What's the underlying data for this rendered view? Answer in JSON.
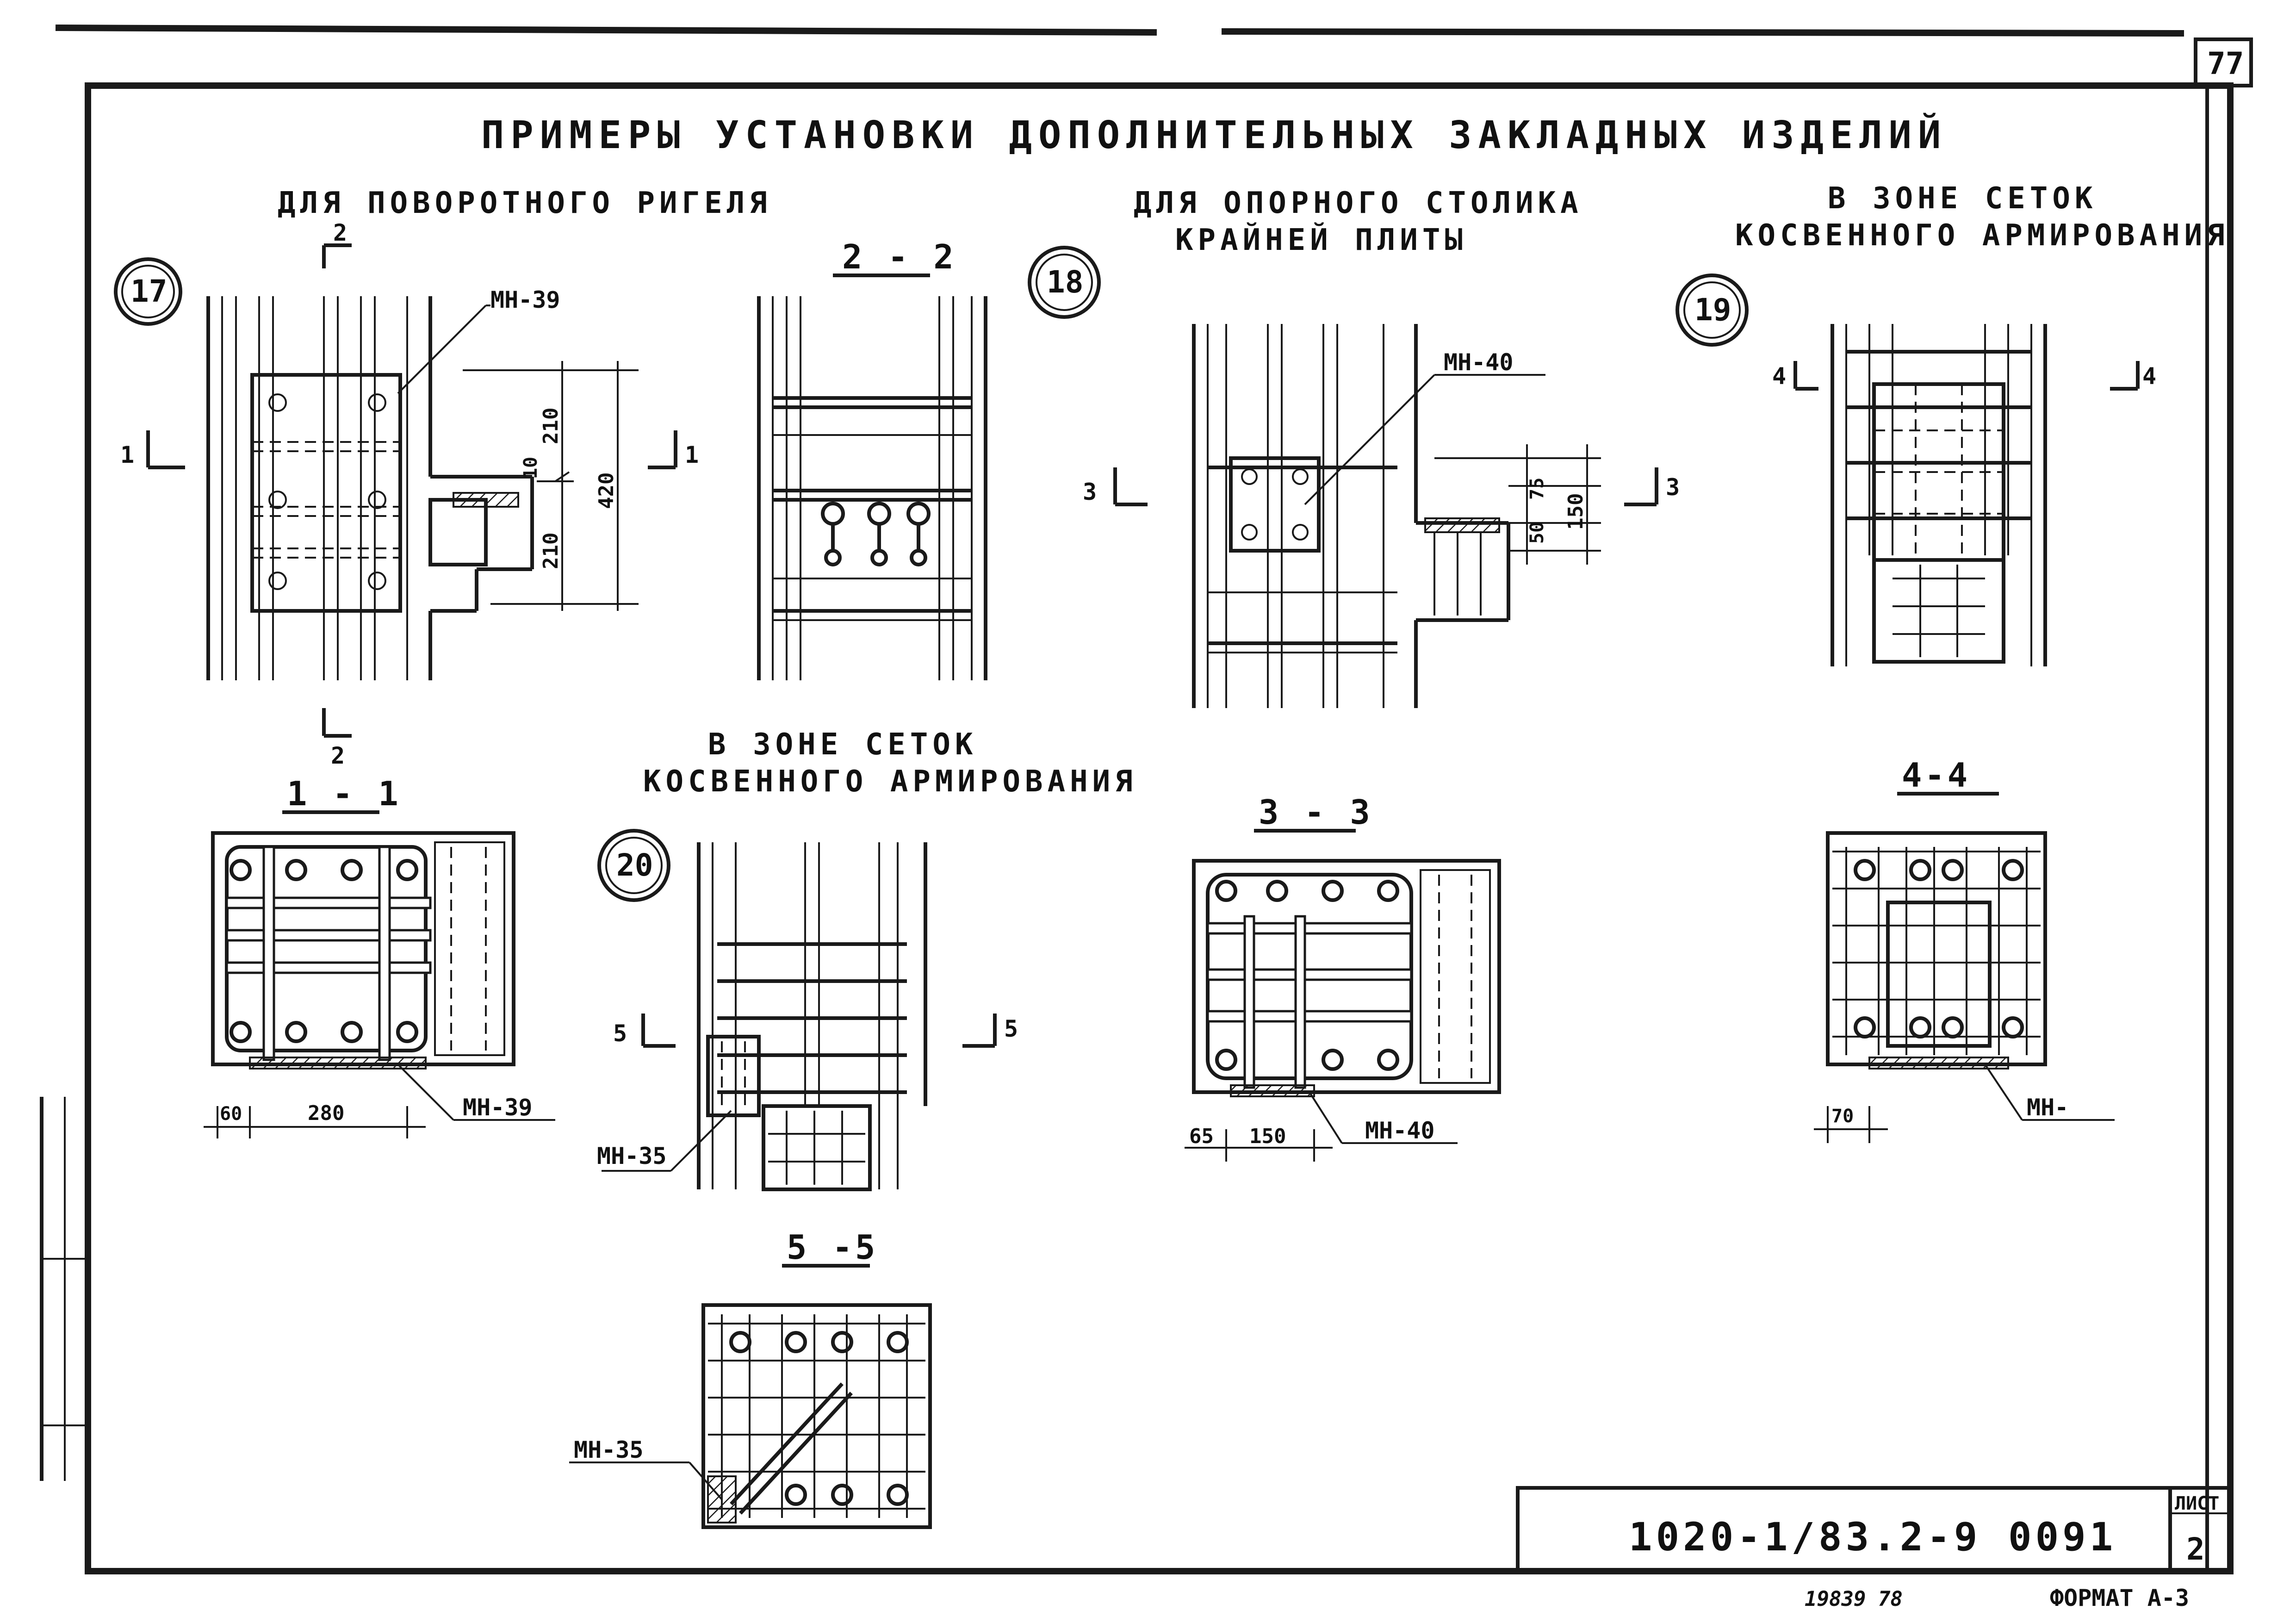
{
  "sheet": {
    "page_number": "77",
    "title": "ПРИМЕРЫ  УСТАНОВКИ ДОПОЛНИТЕЛЬНЫХ ЗАКЛАДНЫХ ИЗДЕЛИЙ",
    "stamp_code": "1020-1/83.2-9 0091",
    "list_label": "ЛИСТ",
    "list_number": "2",
    "format": "ФОРМАТ А-3",
    "inventory": "19839  78"
  },
  "group_a": {
    "heading": "ДЛЯ  ПОВОРОТНОГО РИГЕЛЯ",
    "node": "17",
    "part": "МН-39",
    "cut1": "1",
    "cut2": "2",
    "dims": {
      "d210a": "210",
      "d210b": "210",
      "d10": "10",
      "d420": "420"
    },
    "sec_1_1": "1 - 1",
    "sec_2_2": "2 - 2",
    "dim_60": "60",
    "dim_280": "280"
  },
  "group_b": {
    "heading_l1": "ДЛЯ ОПОРНОГО СТОЛИКА",
    "heading_l2": "КРАЙНЕЙ ПЛИТЫ",
    "node": "18",
    "part": "МН-40",
    "cut": "3",
    "dims": {
      "d50": "50",
      "d75": "75",
      "d150": "150"
    },
    "sec_3_3": "3 - 3",
    "dim_65": "65",
    "dim_150": "150"
  },
  "group_c": {
    "heading_l1": "В ЗОНЕ СЕТОК",
    "heading_l2": "КОСВЕННОГО АРМИРОВАНИЯ",
    "node": "19",
    "cut": "4",
    "sec_4_4": "4-4",
    "dim_70": "70",
    "part": "МН-"
  },
  "group_d": {
    "heading_l1": "В ЗОНЕ СЕТОК",
    "heading_l2": "КОСВЕННОГО АРМИРОВАНИЯ",
    "node": "20",
    "part": "МН-35",
    "cut": "5",
    "sec_5_5": "5 -5",
    "part_b": "МН-35"
  }
}
